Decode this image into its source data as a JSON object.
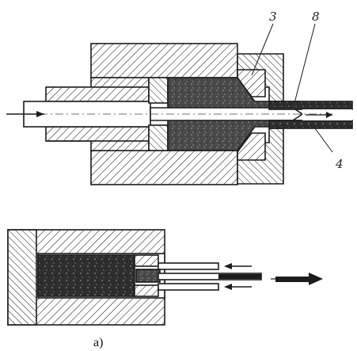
{
  "figure": {
    "labels": {
      "part_3": "3",
      "part_8": "8",
      "part_4": "4"
    },
    "caption": "а)"
  },
  "colors": {
    "ink": "#1c1c1c",
    "paper": "#ffffff",
    "powder": "#4a4a4a"
  }
}
